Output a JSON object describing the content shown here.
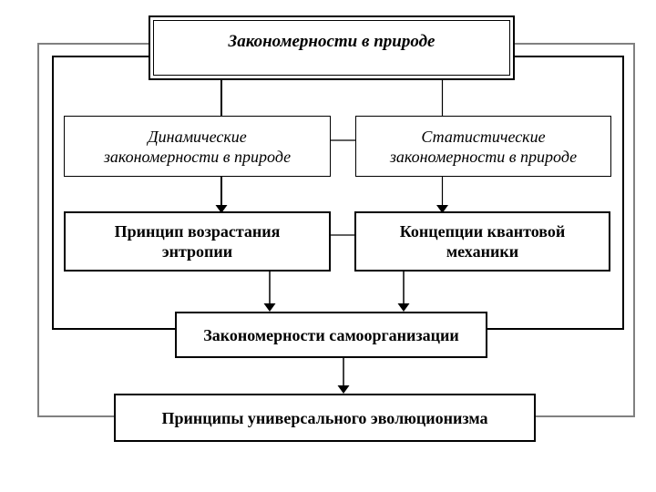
{
  "diagram": {
    "title": "Закономерности в природе",
    "nodes": {
      "dynamic": {
        "line1": "Динамические",
        "line2": "закономерности в природе"
      },
      "statistical": {
        "line1": "Статистические",
        "line2": "закономерности в природе"
      },
      "entropy": {
        "line1": "Принцип возрастания",
        "line2": "энтропии"
      },
      "quantum": {
        "line1": "Концепции квантовой",
        "line2": "механики"
      },
      "selforg": {
        "label": "Закономерности самоорганизации"
      },
      "evolution": {
        "label": "Принципы универсального эволюционизма"
      }
    },
    "colors": {
      "line": "#000000",
      "frame": "#808080",
      "background": "#ffffff"
    }
  }
}
